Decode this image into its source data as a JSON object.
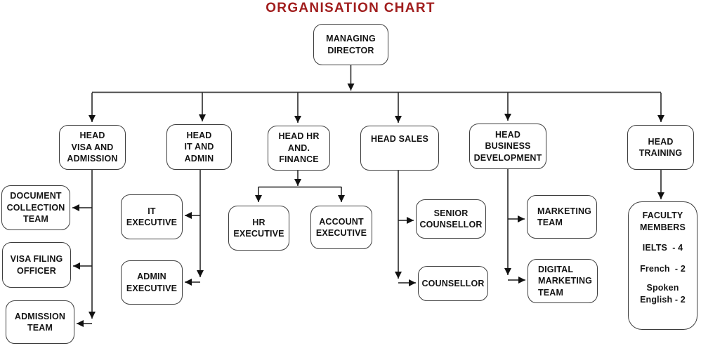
{
  "title": {
    "text": "ORGANISATION CHART",
    "color": "#A11E1E"
  },
  "theme": {
    "line_color": "#1c1c1c",
    "box_border_color": "#3d3d3d",
    "background": "#ffffff"
  },
  "nodes": {
    "managing_director": {
      "label": "MANAGING\nDIRECTOR"
    },
    "head_visa_admission": {
      "label": "HEAD\nVISA AND\nADMISSION"
    },
    "head_it_admin": {
      "label": "HEAD\nIT AND\nADMIN"
    },
    "head_hr_finance": {
      "label": "HEAD HR\nAND.\nFINANCE"
    },
    "head_sales": {
      "label": "HEAD SALES"
    },
    "head_business_development": {
      "label": "HEAD\nBUSINESS\nDEVELOPMENT"
    },
    "head_training": {
      "label": "HEAD\nTRAINING"
    },
    "document_collection_team": {
      "label": "DOCUMENT\nCOLLECTION\nTEAM"
    },
    "visa_filing_officer": {
      "label": "VISA FILING\nOFFICER"
    },
    "admission_team": {
      "label": "ADMISSION\nTEAM"
    },
    "it_executive": {
      "label": "IT\nEXECUTIVE"
    },
    "admin_executive": {
      "label": "ADMIN\nEXECUTIVE"
    },
    "hr_executive": {
      "label": "HR\nEXECUTIVE"
    },
    "account_executive": {
      "label": "ACCOUNT\nEXECUTIVE"
    },
    "senior_counsellor": {
      "label": "SENIOR\nCOUNSELLOR"
    },
    "counsellor": {
      "label": "COUNSELLOR"
    },
    "marketing_team": {
      "label": "MARKETING\nTEAM"
    },
    "digital_marketing_team": {
      "label": "DIGITAL\nMARKETING\nTEAM"
    },
    "faculty_members": {
      "title": "FACULTY\nMEMBERS",
      "items": [
        "IELTS  - 4",
        "French  - 2",
        "Spoken\nEnglish - 2"
      ]
    }
  },
  "edges": [
    {
      "from": "managing_director",
      "to": "head_visa_admission"
    },
    {
      "from": "managing_director",
      "to": "head_it_admin"
    },
    {
      "from": "managing_director",
      "to": "head_hr_finance"
    },
    {
      "from": "managing_director",
      "to": "head_sales"
    },
    {
      "from": "managing_director",
      "to": "head_business_development"
    },
    {
      "from": "managing_director",
      "to": "head_training"
    },
    {
      "from": "head_visa_admission",
      "to": "document_collection_team"
    },
    {
      "from": "head_visa_admission",
      "to": "visa_filing_officer"
    },
    {
      "from": "head_visa_admission",
      "to": "admission_team"
    },
    {
      "from": "head_it_admin",
      "to": "it_executive"
    },
    {
      "from": "head_it_admin",
      "to": "admin_executive"
    },
    {
      "from": "head_hr_finance",
      "to": "hr_executive"
    },
    {
      "from": "head_hr_finance",
      "to": "account_executive"
    },
    {
      "from": "head_sales",
      "to": "senior_counsellor"
    },
    {
      "from": "head_sales",
      "to": "counsellor"
    },
    {
      "from": "head_business_development",
      "to": "marketing_team"
    },
    {
      "from": "head_business_development",
      "to": "digital_marketing_team"
    },
    {
      "from": "head_training",
      "to": "faculty_members"
    }
  ]
}
